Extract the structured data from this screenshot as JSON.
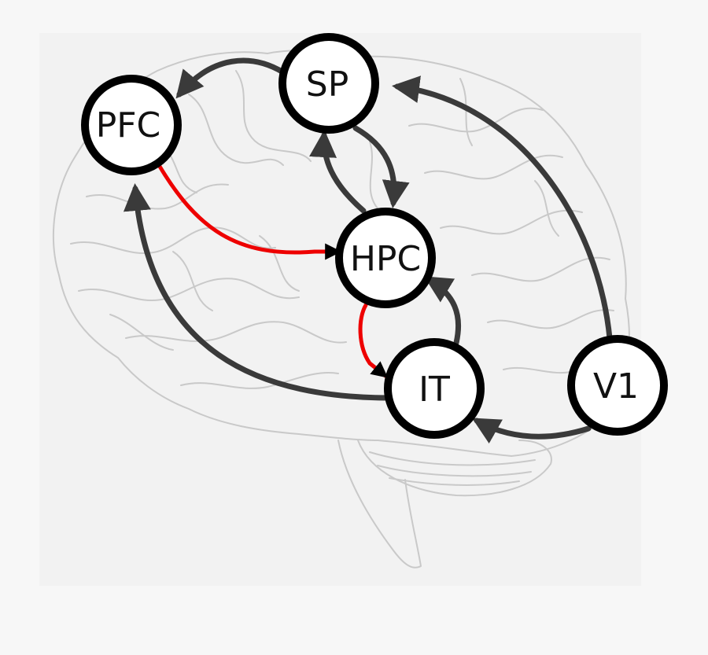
{
  "colors": {
    "page_background": "#f7f7f7",
    "panel_background": "#f2f2f2",
    "brain_sketch": "#c9c9c9",
    "connection": "#3a3a3a",
    "highlight_connection": "#ee0000",
    "node_stroke": "#000000",
    "node_fill": "#ffffff"
  },
  "nodes": [
    {
      "id": "PFC",
      "label": "PFC"
    },
    {
      "id": "SP",
      "label": "SP"
    },
    {
      "id": "HPC",
      "label": "HPC"
    },
    {
      "id": "IT",
      "label": "IT"
    },
    {
      "id": "V1",
      "label": "V1"
    }
  ],
  "edges": [
    {
      "from": "SP",
      "to": "PFC",
      "highlight": false
    },
    {
      "from": "V1",
      "to": "SP",
      "highlight": false
    },
    {
      "from": "HPC",
      "to": "SP",
      "highlight": false
    },
    {
      "from": "SP",
      "to": "HPC",
      "highlight": false
    },
    {
      "from": "IT",
      "to": "PFC",
      "highlight": false
    },
    {
      "from": "IT",
      "to": "HPC",
      "highlight": false
    },
    {
      "from": "V1",
      "to": "IT",
      "highlight": false
    },
    {
      "from": "PFC",
      "to": "HPC",
      "highlight": true
    },
    {
      "from": "HPC",
      "to": "IT",
      "highlight": true
    }
  ]
}
